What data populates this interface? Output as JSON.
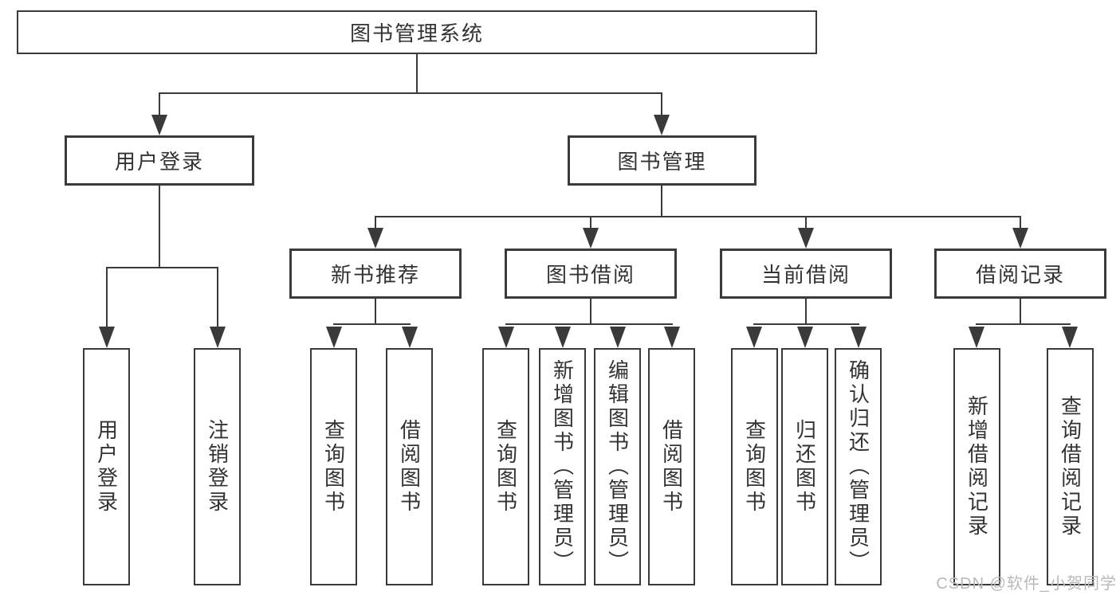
{
  "tree": {
    "root": {
      "label": "图书管理系统"
    },
    "branches": [
      {
        "label": "用户登录",
        "children": [
          {
            "label": "用户登录"
          },
          {
            "label": "注销登录"
          }
        ]
      },
      {
        "label": "图书管理",
        "children": [
          {
            "label": "新书推荐",
            "children": [
              {
                "label": "查询图书"
              },
              {
                "label": "借阅图书"
              }
            ]
          },
          {
            "label": "图书借阅",
            "children": [
              {
                "label": "查询图书"
              },
              {
                "label": "新增图书（管理员）"
              },
              {
                "label": "编辑图书（管理员）"
              },
              {
                "label": "借阅图书"
              }
            ]
          },
          {
            "label": "当前借阅",
            "children": [
              {
                "label": "查询图书"
              },
              {
                "label": "归还图书"
              },
              {
                "label": "确认归还（管理员）"
              }
            ]
          },
          {
            "label": "借阅记录",
            "children": [
              {
                "label": "新增借阅记录"
              },
              {
                "label": "查询借阅记录"
              }
            ]
          }
        ]
      }
    ]
  },
  "watermark": {
    "text": "CSDN @软件_小贺同学"
  },
  "colors": {
    "line": "#3a3a3a",
    "text": "#333333",
    "watermark_text": "#b9b9b9",
    "background": "#ffffff"
  }
}
